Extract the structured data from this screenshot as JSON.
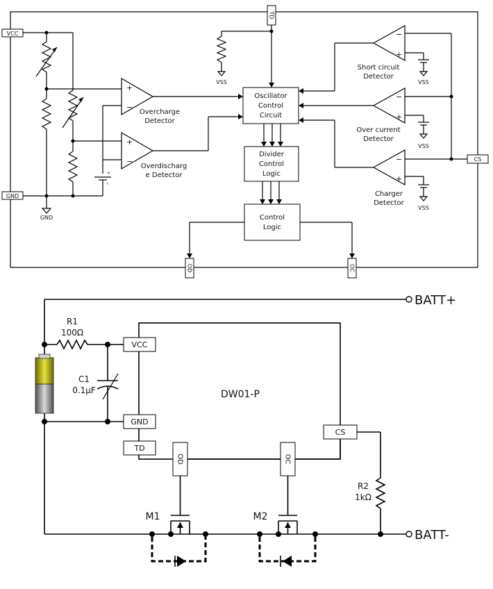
{
  "block": {
    "pins": {
      "vcc": "VCC",
      "gnd": "GND",
      "td": "TD",
      "cs": "CS",
      "od": "OD",
      "oc": "OC"
    },
    "gnd_symbol": "GND",
    "vss": "VSS",
    "plus": "+",
    "minus": "−",
    "overcharge": [
      "Overcharge",
      "Detector"
    ],
    "overdischarge": [
      "Overdischarg",
      "e Detector"
    ],
    "oscillator": [
      "Oscillator",
      "Control",
      "Circuit"
    ],
    "divider": [
      "Divider",
      "Control",
      "Logic"
    ],
    "control": [
      "Control",
      "Logic"
    ],
    "short_circuit": [
      "Short circuit",
      "Detector"
    ],
    "over_current": [
      "Over current",
      "Detector"
    ],
    "charger": [
      "Charger",
      "Detector"
    ]
  },
  "app": {
    "ic_name": "DW01-P",
    "pins": {
      "vcc": "VCC",
      "gnd": "GND",
      "td": "TD",
      "cs": "CS",
      "od": "OD",
      "oc": "OC"
    },
    "r1": {
      "name": "R1",
      "value": "100Ω"
    },
    "c1": {
      "name": "C1",
      "value": "0.1μF"
    },
    "r2": {
      "name": "R2",
      "value": "1kΩ"
    },
    "m1": "M1",
    "m2": "M2",
    "batt_plus": "BATT+",
    "batt_minus": "BATT-"
  }
}
